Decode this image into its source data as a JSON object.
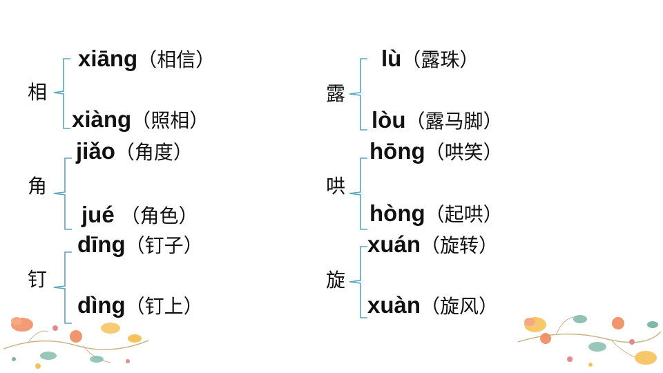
{
  "groups": [
    {
      "char": "相",
      "entries": [
        {
          "pinyin": "xiāng",
          "word": "（相信）"
        },
        {
          "pinyin": "xiàng",
          "word": "（照相）"
        }
      ]
    },
    {
      "char": "角",
      "entries": [
        {
          "pinyin": "jiǎo",
          "word": "（角度）"
        },
        {
          "pinyin": "jué",
          "word": " （角色）"
        }
      ]
    },
    {
      "char": "钉",
      "entries": [
        {
          "pinyin": "dīng",
          "word": "（钉子）"
        },
        {
          "pinyin": "dìng",
          "word": "（钉上）"
        }
      ]
    },
    {
      "char": "露",
      "entries": [
        {
          "pinyin": "lù",
          "word": "（露珠）"
        },
        {
          "pinyin": "lòu",
          "word": "（露马脚）"
        }
      ]
    },
    {
      "char": "哄",
      "entries": [
        {
          "pinyin": "hōng",
          "word": "（哄笑）"
        },
        {
          "pinyin": "hòng",
          "word": "（起哄）"
        }
      ]
    },
    {
      "char": "旋",
      "entries": [
        {
          "pinyin": "xuán",
          "word": "（旋转）"
        },
        {
          "pinyin": "xuàn",
          "word": "（旋风）"
        }
      ]
    }
  ],
  "decor": {
    "accent": "#5aa5c4",
    "flower_colors": [
      "#f08a5d",
      "#f6c25b",
      "#7cb9a8"
    ]
  }
}
